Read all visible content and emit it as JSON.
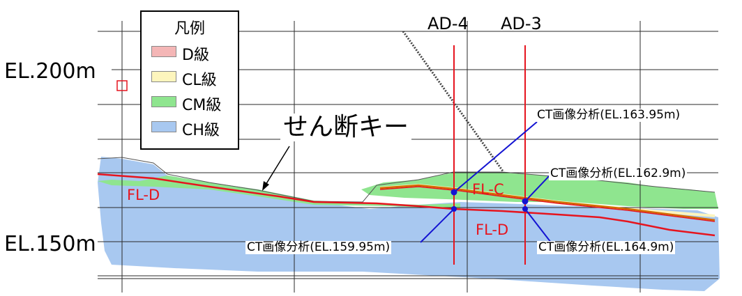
{
  "legend": {
    "title": "凡例",
    "items": [
      {
        "label": "D級",
        "color": "#f4b6b6"
      },
      {
        "label": "CL級",
        "color": "#fdf5bd"
      },
      {
        "label": "CM級",
        "color": "#8fe58f"
      },
      {
        "label": "CH級",
        "color": "#a8c8f0"
      }
    ]
  },
  "elevations": {
    "upper": "EL.200m",
    "lower": "EL.150m"
  },
  "boreholes": [
    "AD-4",
    "AD-3"
  ],
  "shear_key": "せん断キー",
  "faults": {
    "left": "FL-D",
    "center": "FL-C",
    "lower": "FL-D"
  },
  "ct_points": [
    "CT画像分析(EL.163.95m)",
    "CT画像分析(EL.162.9m)",
    "CT画像分析(EL.159.95m)",
    "CT画像分析(EL.164.9m)"
  ],
  "colors": {
    "fault_line": "#e6141e",
    "borehole": "#e6141e",
    "callout": "#1414d2",
    "ch_fill": "#a8c8f0",
    "cm_fill": "#8fe58f"
  }
}
